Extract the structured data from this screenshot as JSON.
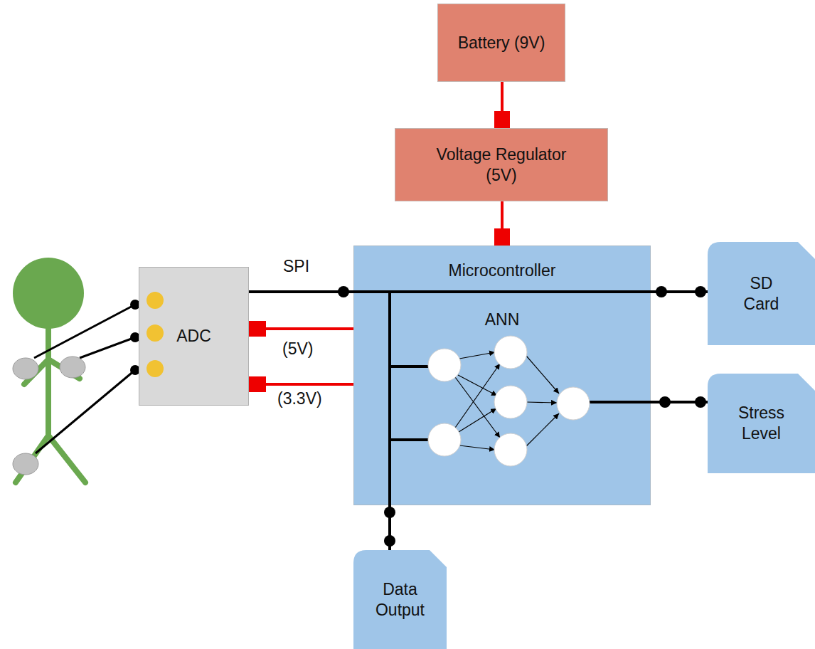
{
  "diagram": {
    "nodes": [
      {
        "text": [
          "Battery (9V)"
        ]
      },
      {
        "text": [
          "Voltage Regulator (5V)"
        ]
      },
      {
        "text": [
          "ADC"
        ]
      },
      {
        "text": [
          "Microcontroller",
          "ANN"
        ]
      },
      {
        "text": [
          "SD Card"
        ]
      },
      {
        "text": [
          "Stress Level"
        ]
      },
      {
        "text": [
          "Data Output"
        ]
      }
    ],
    "edges": [
      {
        "from": 0,
        "to": 1,
        "arrow": "none"
      },
      {
        "from": 1,
        "to": 3,
        "arrow": "none"
      },
      {
        "from": 2,
        "to": 3,
        "label": "SPI",
        "arrow": "none"
      },
      {
        "from": 3,
        "to": 2,
        "label": "(5V)",
        "arrow": "none"
      },
      {
        "from": 3,
        "to": 2,
        "label": "(3.3V)",
        "arrow": "none"
      },
      {
        "from": 3,
        "to": 4,
        "arrow": "none"
      },
      {
        "from": 3,
        "to": 5,
        "arrow": "none"
      },
      {
        "from": 3,
        "to": 6,
        "arrow": "none"
      }
    ]
  }
}
